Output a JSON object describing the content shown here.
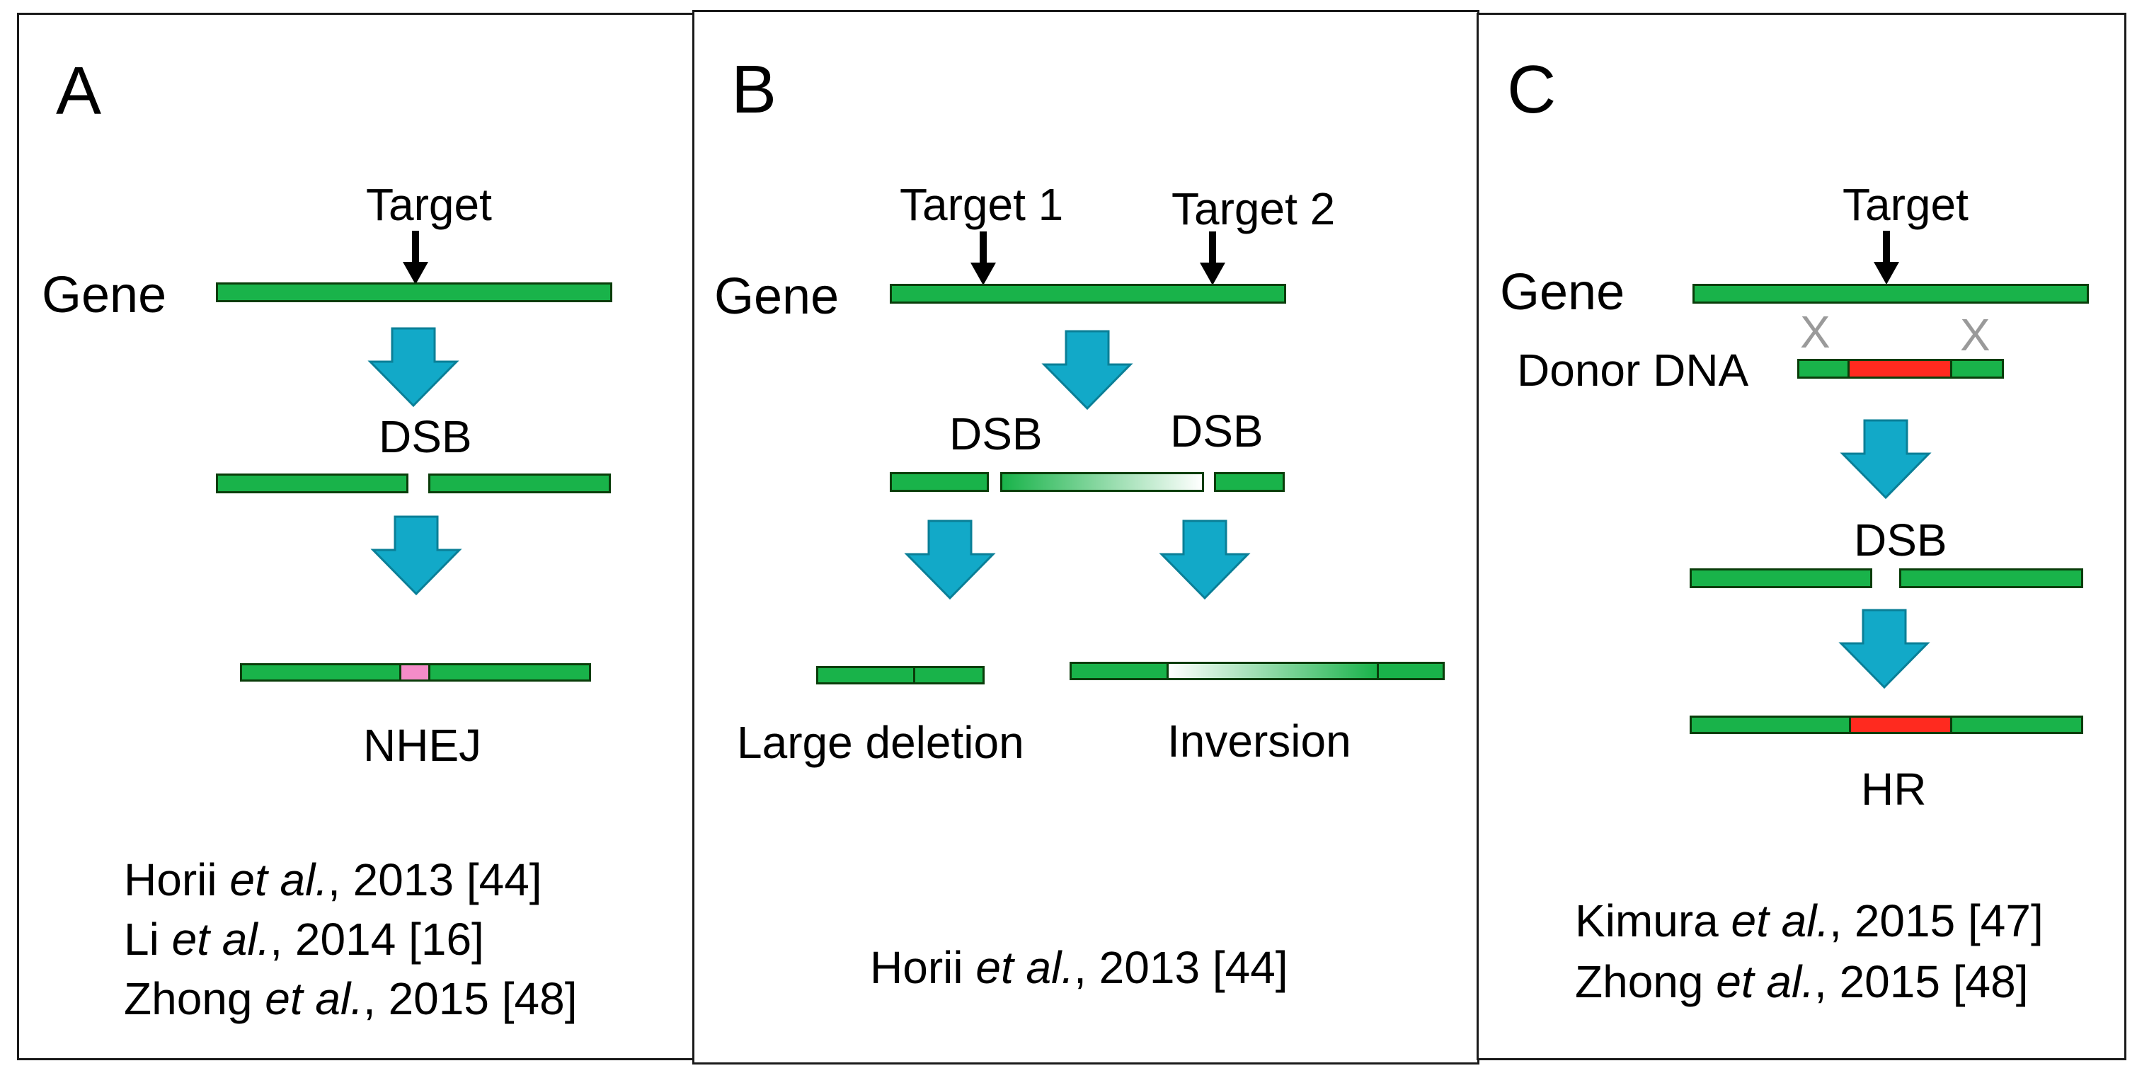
{
  "panels": {
    "a": {
      "letter": "A",
      "target_label": "Target",
      "gene_label": "Gene",
      "dsb_label": "DSB",
      "result_label": "NHEJ",
      "citations": [
        {
          "author": "Horii",
          "etal": "et al.",
          "rest": ", 2013 [44]"
        },
        {
          "author": "Li",
          "etal": "et al.",
          "rest": ", 2014 [16]"
        },
        {
          "author": "Zhong",
          "etal": "et al.",
          "rest": ", 2015 [48]"
        }
      ]
    },
    "b": {
      "letter": "B",
      "target1_label": "Target 1",
      "target2_label": "Target 2",
      "gene_label": "Gene",
      "dsb1_label": "DSB",
      "dsb2_label": "DSB",
      "result1_label": "Large deletion",
      "result2_label": "Inversion",
      "citations": [
        {
          "author": "Horii",
          "etal": "et al.",
          "rest": ", 2013 [44]"
        }
      ]
    },
    "c": {
      "letter": "C",
      "target_label": "Target",
      "gene_label": "Gene",
      "donor_label": "Donor DNA",
      "cross_mark": "X",
      "dsb_label": "DSB",
      "result_label": "HR",
      "citations": [
        {
          "author": "Kimura",
          "etal": "et al.",
          "rest": ", 2015 [47]"
        },
        {
          "author": "Zhong",
          "etal": "et al.",
          "rest": ", 2015 [48]"
        }
      ]
    }
  },
  "colors": {
    "gene_green": "#19b34a",
    "arrow_cyan": "#12a9c8",
    "indel_pink": "#f48cc8",
    "donor_red": "#ff2a1f",
    "cross_gray": "#9a9a9a"
  },
  "icons": {
    "target_arrow": "down-arrow-icon",
    "process_arrow": "block-down-arrow-icon"
  }
}
